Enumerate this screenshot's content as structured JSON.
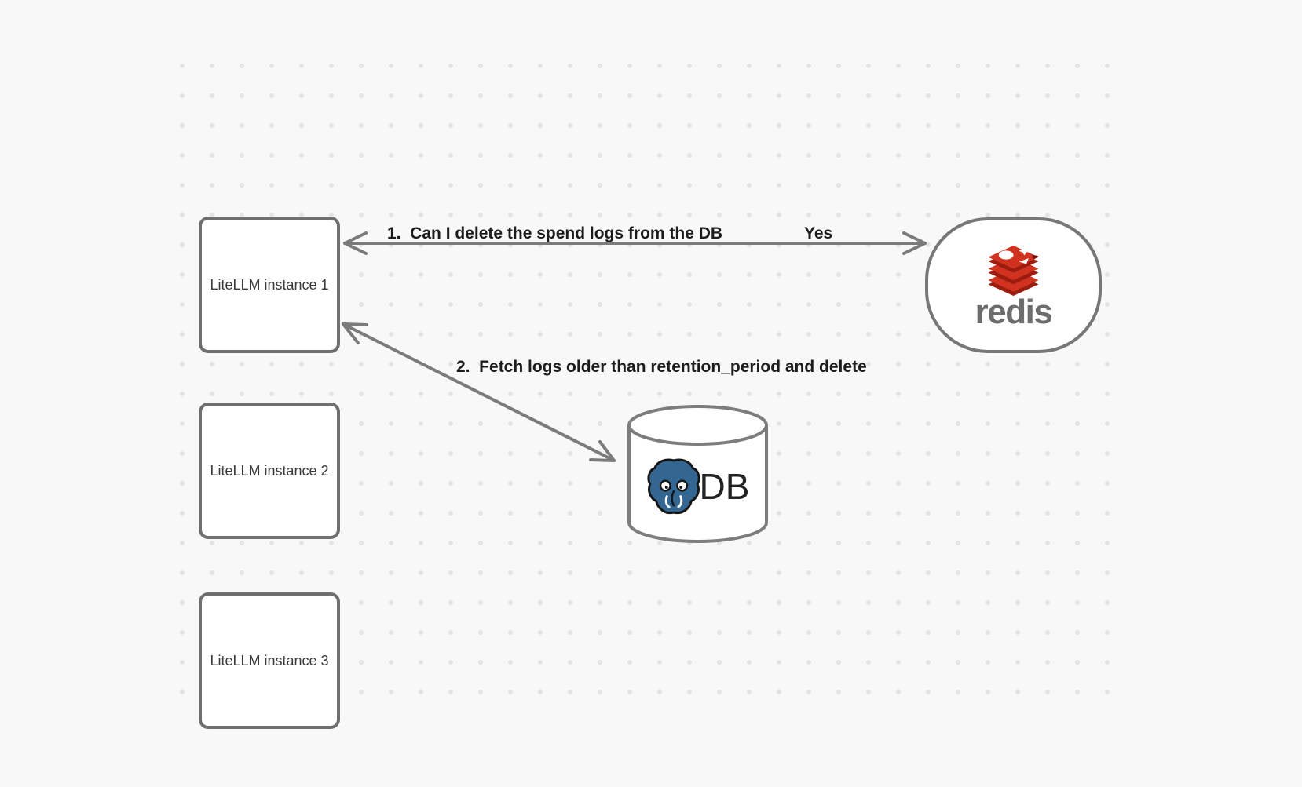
{
  "canvas": {
    "background_color": "#f8f8f8",
    "dot_color": "#e4e4e4"
  },
  "nodes": {
    "instance1": {
      "label": "LiteLLM instance 1"
    },
    "instance2": {
      "label": "LiteLLM instance 2"
    },
    "instance3": {
      "label": "LiteLLM instance 3"
    },
    "redis": {
      "label": "redis"
    },
    "db": {
      "label": "DB"
    }
  },
  "arrows": {
    "arrow1": {
      "label": "1.  Can I delete the spend logs from the DB",
      "response": "Yes",
      "from": "redis",
      "to": "instance1",
      "double_headed": true
    },
    "arrow2": {
      "label": "2.  Fetch logs older than retention_period and delete",
      "from": "instance1",
      "to": "db",
      "double_headed": true
    }
  },
  "colors": {
    "box_border": "#6f6f6f",
    "arrow": "#7b7b7b",
    "label_text": "#1c1c1c",
    "redis_red": "#d0321f",
    "redis_dark_red": "#9c1d10",
    "redis_wordmark_gray": "#6d6d6d",
    "postgres_blue": "#336791"
  }
}
